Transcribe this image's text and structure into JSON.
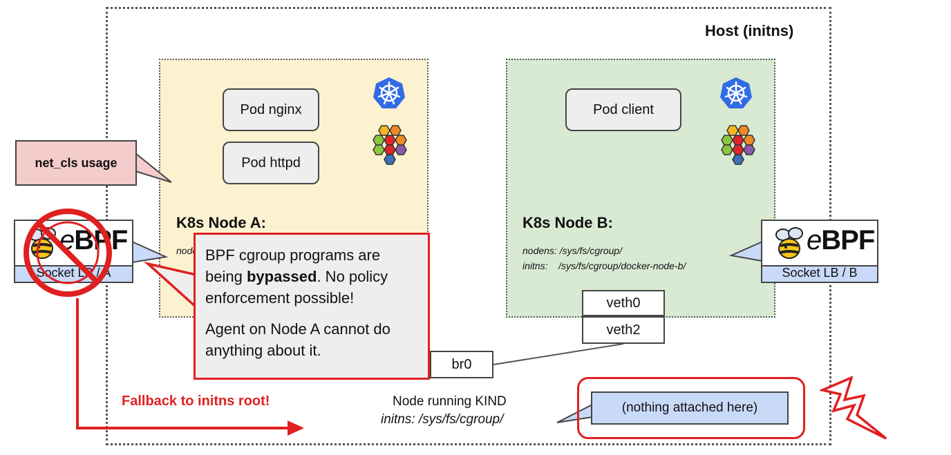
{
  "host": {
    "title": "Host (initns)"
  },
  "node_a": {
    "title": "K8s Node A:",
    "nodens_label": "nodens: /sys/fs/cgroup/",
    "pods": [
      "Pod nginx",
      "Pod httpd"
    ]
  },
  "node_b": {
    "title": "K8s Node B:",
    "nodens_label": "nodens: /sys/fs/cgroup/",
    "initns_label": "initns:    /sys/fs/cgroup/docker-node-b/",
    "pods": [
      "Pod client"
    ]
  },
  "network": {
    "veth0": "veth0",
    "veth2": "veth2",
    "br0": "br0"
  },
  "ebpf": {
    "word_e": "e",
    "word_bpf": "BPF",
    "label_a": "Socket LB / A",
    "label_b": "Socket LB / B"
  },
  "callouts": {
    "net_cls": "net_cls usage",
    "warning_p1_a": "BPF cgroup programs are being ",
    "warning_p1_bold": "bypassed",
    "warning_p1_b": ". No policy enforcement possible!",
    "warning_p2": "Agent on Node A cannot do anything about it.",
    "fallback": "Fallback to initns root!",
    "kind_line1": "Node running KIND",
    "kind_line2": "initns: /sys/fs/cgroup/",
    "nothing": "(nothing attached here)"
  },
  "icons": {
    "kubernetes": "kubernetes-logo-icon",
    "cilium": "cilium-hexagon-logo-icon",
    "bee": "ebpf-bee-icon",
    "prohibited": "prohibited-icon",
    "lightning": "lightning-bolt-icon"
  },
  "colors": {
    "node_a_bg": "#fdf2d0",
    "node_b_bg": "#d9ead3",
    "ebpf_bg": "#c9daf8",
    "net_cls_bg": "#f4cccc",
    "alert_red": "#e02020",
    "k8s_blue": "#326ce5"
  }
}
